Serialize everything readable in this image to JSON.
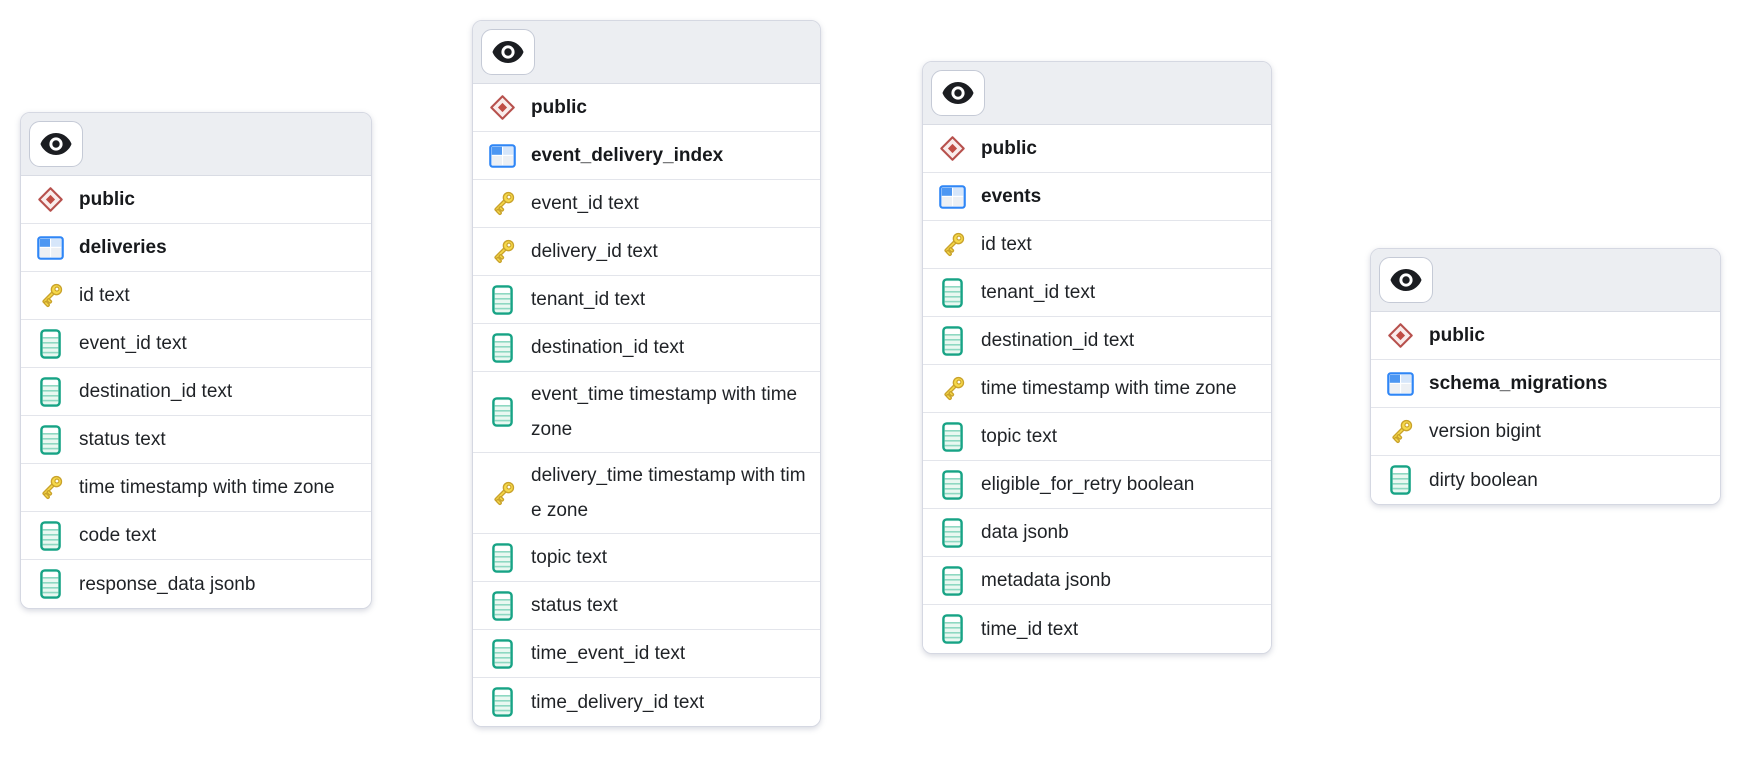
{
  "diagram": {
    "header_button_icon": "eye-icon",
    "icon_names": {
      "schema": "diamond-icon",
      "table": "table-grid-icon",
      "primary_key": "key-icon",
      "column": "column-icon",
      "visibility": "eye-icon"
    },
    "colors": {
      "header_band": "#ECEEF2",
      "card_border": "#D5D8E2",
      "row_divider": "#E3E5EB",
      "schema_red": "#B7514D",
      "table_blue": "#2F86F6",
      "key_gold": "#F6D94A",
      "key_outline": "#C9A22B",
      "column_teal": "#17A385",
      "eye_black": "#1B1D21"
    },
    "tables": [
      {
        "schema": "public",
        "name": "deliveries",
        "columns": [
          {
            "name": "id",
            "type": "text",
            "primary_key": true
          },
          {
            "name": "event_id",
            "type": "text",
            "primary_key": false
          },
          {
            "name": "destination_id",
            "type": "text",
            "primary_key": false
          },
          {
            "name": "status",
            "type": "text",
            "primary_key": false
          },
          {
            "name": "time",
            "type": "timestamp with time zone",
            "primary_key": true
          },
          {
            "name": "code",
            "type": "text",
            "primary_key": false
          },
          {
            "name": "response_data",
            "type": "jsonb",
            "primary_key": false
          }
        ]
      },
      {
        "schema": "public",
        "name": "event_delivery_index",
        "columns": [
          {
            "name": "event_id",
            "type": "text",
            "primary_key": true
          },
          {
            "name": "delivery_id",
            "type": "text",
            "primary_key": true
          },
          {
            "name": "tenant_id",
            "type": "text",
            "primary_key": false
          },
          {
            "name": "destination_id",
            "type": "text",
            "primary_key": false
          },
          {
            "name": "event_time",
            "type": "timestamp with time zone",
            "primary_key": false
          },
          {
            "name": "delivery_time",
            "type": "timestamp with time zone",
            "primary_key": true
          },
          {
            "name": "topic",
            "type": "text",
            "primary_key": false
          },
          {
            "name": "status",
            "type": "text",
            "primary_key": false
          },
          {
            "name": "time_event_id",
            "type": "text",
            "primary_key": false
          },
          {
            "name": "time_delivery_id",
            "type": "text",
            "primary_key": false
          }
        ]
      },
      {
        "schema": "public",
        "name": "events",
        "columns": [
          {
            "name": "id",
            "type": "text",
            "primary_key": true
          },
          {
            "name": "tenant_id",
            "type": "text",
            "primary_key": false
          },
          {
            "name": "destination_id",
            "type": "text",
            "primary_key": false
          },
          {
            "name": "time",
            "type": "timestamp with time zone",
            "primary_key": true
          },
          {
            "name": "topic",
            "type": "text",
            "primary_key": false
          },
          {
            "name": "eligible_for_retry",
            "type": "boolean",
            "primary_key": false
          },
          {
            "name": "data",
            "type": "jsonb",
            "primary_key": false
          },
          {
            "name": "metadata",
            "type": "jsonb",
            "primary_key": false
          },
          {
            "name": "time_id",
            "type": "text",
            "primary_key": false
          }
        ]
      },
      {
        "schema": "public",
        "name": "schema_migrations",
        "columns": [
          {
            "name": "version",
            "type": "bigint",
            "primary_key": true
          },
          {
            "name": "dirty",
            "type": "boolean",
            "primary_key": false
          }
        ]
      }
    ]
  }
}
